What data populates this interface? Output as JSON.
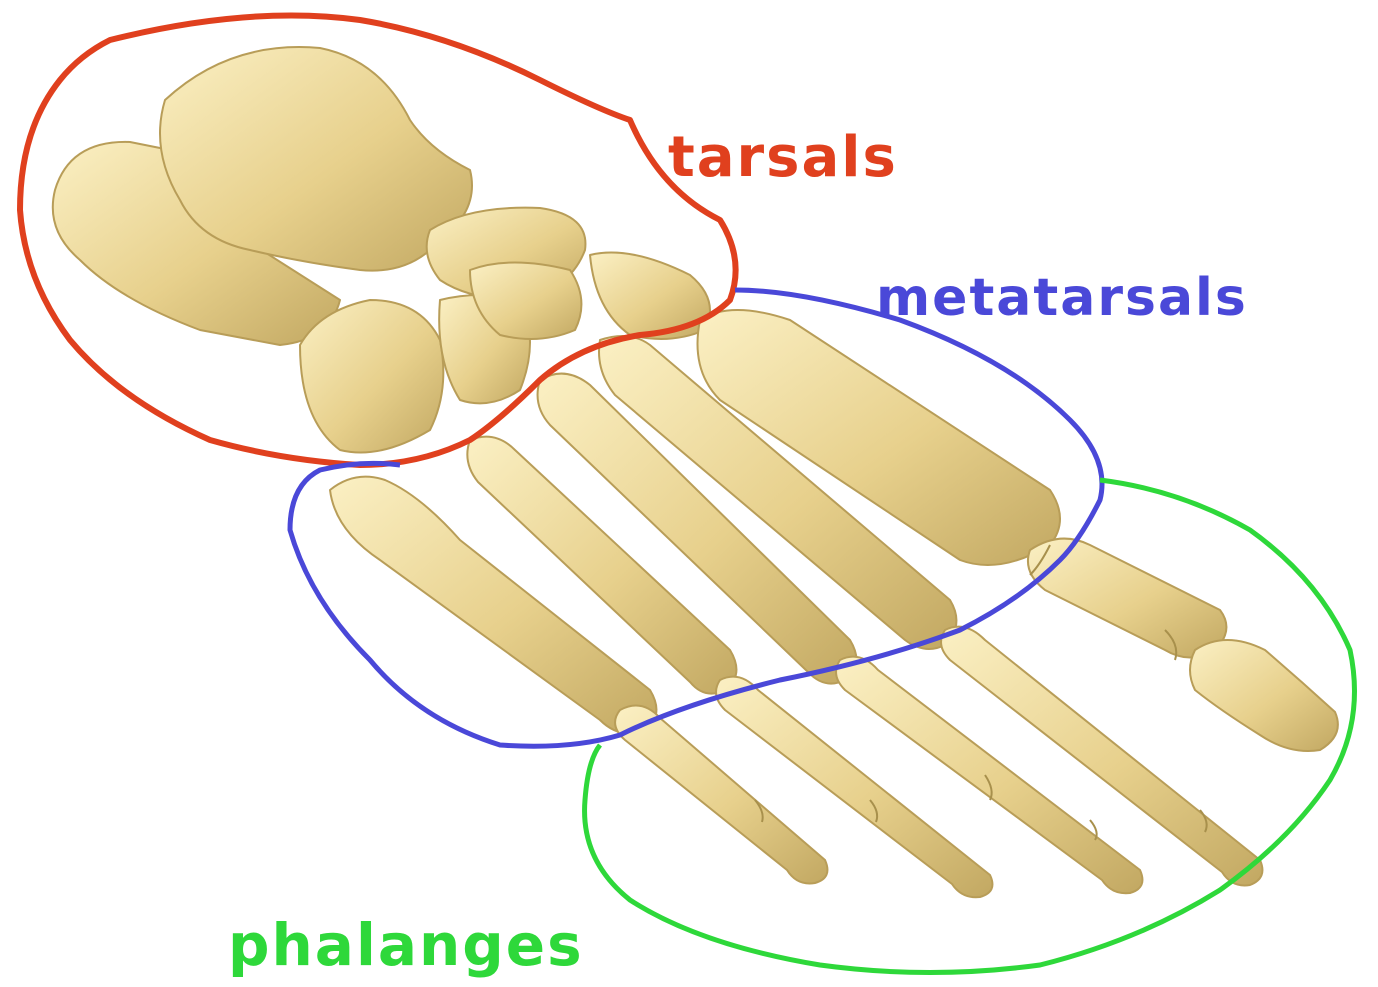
{
  "labels": {
    "tarsals": "tarsals",
    "metatarsals": "metatarsals",
    "phalanges": "phalanges"
  },
  "colors": {
    "tarsals": "#e0401e",
    "metatarsals": "#4a48d8",
    "phalanges": "#2ed83a",
    "bone_light": "#f6e7b0",
    "bone_mid": "#e4cd86",
    "bone_dark": "#b69c55"
  }
}
